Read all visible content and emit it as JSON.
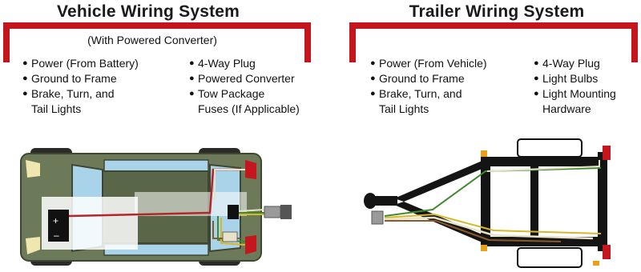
{
  "vehicle": {
    "title": "Vehicle Wiring System",
    "subtitle": "(With Powered Converter)",
    "items_left": [
      "Power (From Battery)",
      "Ground to Frame",
      "Brake, Turn, and",
      "Tail Lights"
    ],
    "items_right": [
      "4-Way Plug",
      "Powered Converter",
      "Tow Package",
      "Fuses (If Applicable)"
    ],
    "battery_plus": "+",
    "battery_minus": "–"
  },
  "trailer": {
    "title": "Trailer Wiring System",
    "items_left": [
      "Power (From Vehicle)",
      "Ground to Frame",
      "Brake, Turn, and",
      "Tail Lights"
    ],
    "items_right": [
      "4-Way Plug",
      "Light Bulbs",
      "Light Mounting",
      "Hardware"
    ]
  },
  "colors": {
    "bracket_red": "#c4161c",
    "car_body": "#6d7a59",
    "car_roof": "#596647",
    "glass": "#a9d3e8",
    "trailer_frame": "#141414",
    "wire_red": "#b3262a",
    "wire_green": "#3e8a2e",
    "wire_white": "#e8e2c8",
    "wire_brown": "#8a5a2b",
    "wire_yellow": "#d8b82a",
    "amber": "#e8a019"
  }
}
